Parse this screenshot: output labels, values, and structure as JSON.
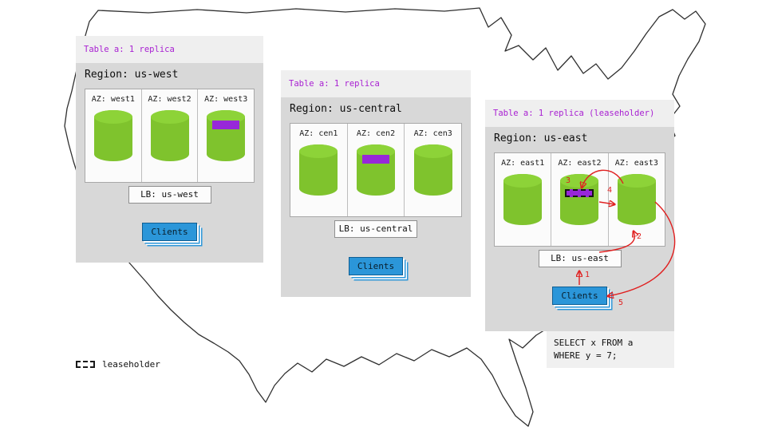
{
  "colors": {
    "replica_purple": "#9728d9",
    "table_label_magenta": "#a81fd2",
    "cylinder_green": "#7fc32d",
    "clients_blue": "#2b96d9",
    "arrow_red": "#e02020"
  },
  "regions": [
    {
      "id": "us-west",
      "table_label": "Table a: 1 replica",
      "region_label": "Region: us-west",
      "azs": [
        {
          "label": "AZ: west1",
          "replica": false
        },
        {
          "label": "AZ: west2",
          "replica": false
        },
        {
          "label": "AZ: west3",
          "replica": true,
          "leaseholder": false
        }
      ],
      "lb_label": "LB: us-west",
      "clients_label": "Clients"
    },
    {
      "id": "us-central",
      "table_label": "Table a: 1 replica",
      "region_label": "Region: us-central",
      "azs": [
        {
          "label": "AZ: cen1",
          "replica": false
        },
        {
          "label": "AZ: cen2",
          "replica": true,
          "leaseholder": false
        },
        {
          "label": "AZ: cen3",
          "replica": false
        }
      ],
      "lb_label": "LB: us-central",
      "clients_label": "Clients"
    },
    {
      "id": "us-east",
      "table_label": "Table a: 1 replica (leaseholder)",
      "region_label": "Region: us-east",
      "azs": [
        {
          "label": "AZ: east1",
          "replica": false
        },
        {
          "label": "AZ: east2",
          "replica": true,
          "leaseholder": true
        },
        {
          "label": "AZ: east3",
          "replica": false
        }
      ],
      "lb_label": "LB: us-east",
      "clients_label": "Clients"
    }
  ],
  "flow": {
    "steps": [
      "1",
      "2",
      "3",
      "4",
      "5"
    ]
  },
  "query": {
    "line1": "SELECT x FROM a",
    "line2": "WHERE y = 7;"
  },
  "legend": {
    "label": "leaseholder"
  }
}
